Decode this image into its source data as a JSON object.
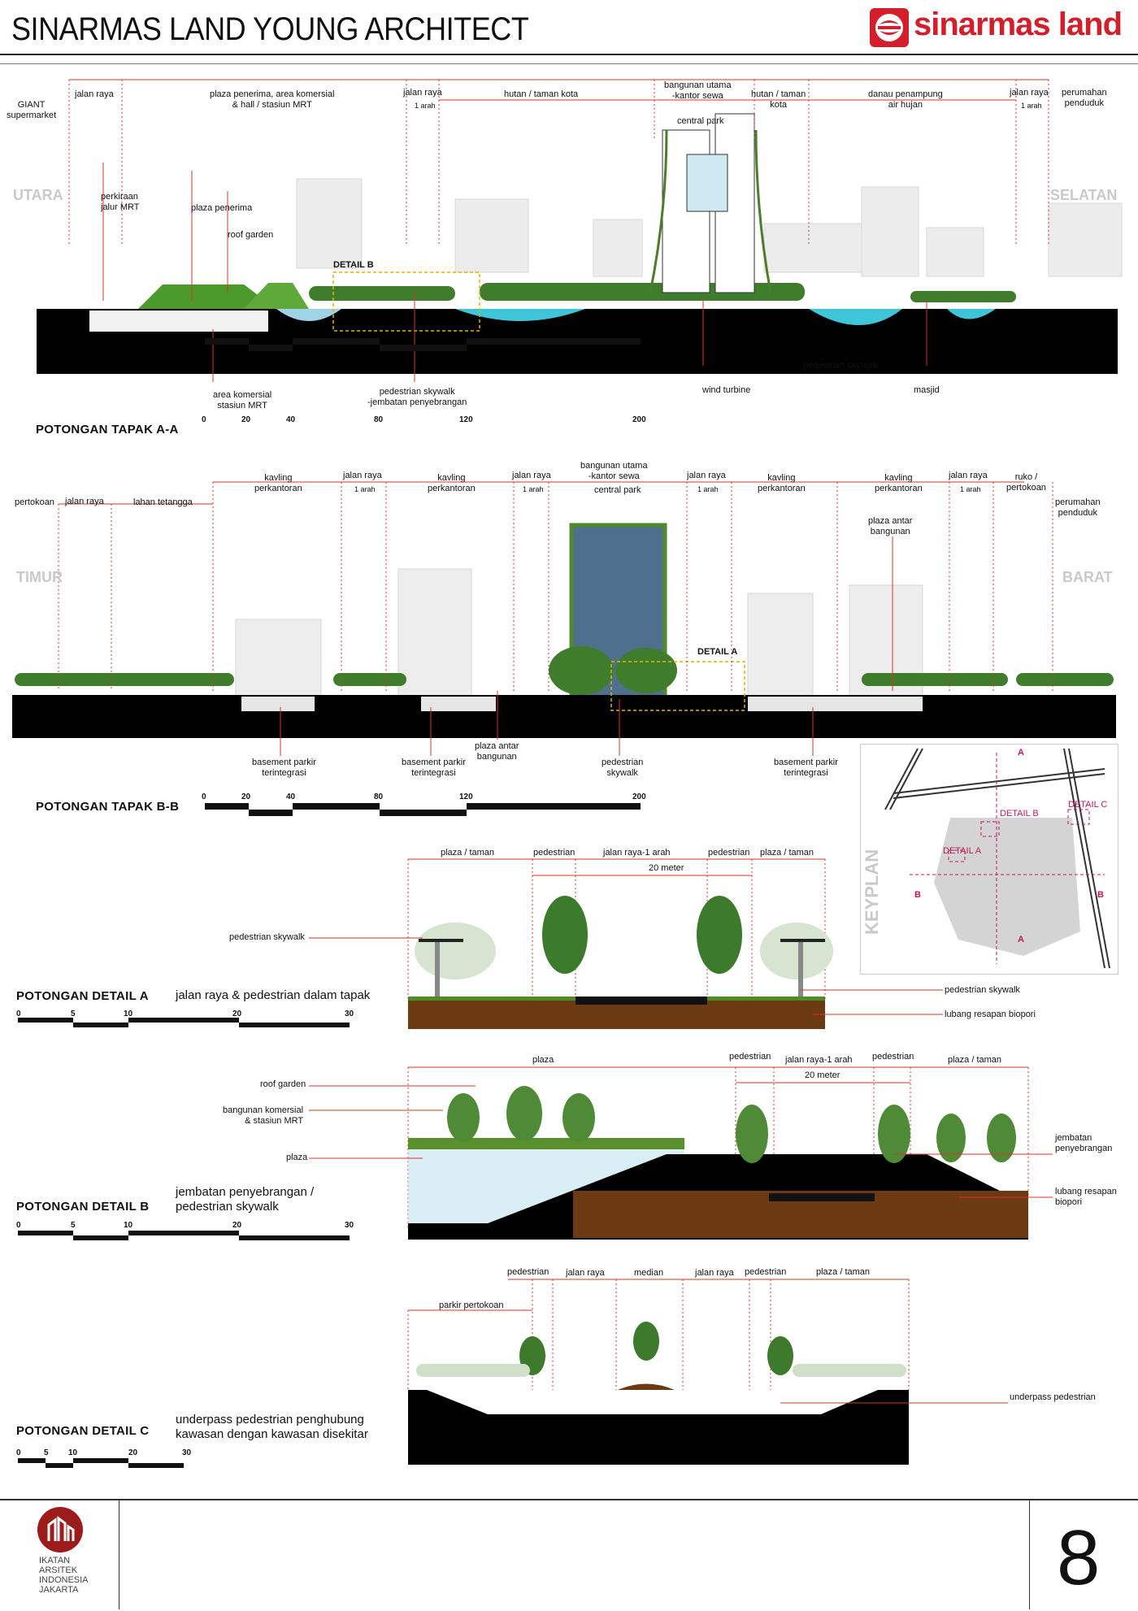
{
  "header": {
    "title": "SINARMAS LAND YOUNG ARCHITECT",
    "brand": "sinarmas land"
  },
  "colors": {
    "accent_red": "#d21f2b",
    "dim_red": "#d9342b",
    "detail_yellow": "#e2b400",
    "keyplan_magenta": "#c2185b"
  },
  "section_aa": {
    "title": "POTONGAN TAPAK A-A",
    "dir_left": "UTARA",
    "dir_right": "SELATAN",
    "top_labels": [
      {
        "text": "GIANT\nsupermarket"
      },
      {
        "text": "jalan raya"
      },
      {
        "text": "plaza penerima, area komersial\n& hall / stasiun MRT"
      },
      {
        "text": "jalan raya"
      },
      {
        "text": "1 arah"
      },
      {
        "text": "hutan / taman kota"
      },
      {
        "text": "bangunan utama\n-kantor sewa"
      },
      {
        "text": "hutan / taman\nkota"
      },
      {
        "text": "danau penampung\nair hujan"
      },
      {
        "text": "jalan raya"
      },
      {
        "text": "1 arah"
      },
      {
        "text": "perumahan\npenduduk"
      },
      {
        "text": "central park"
      }
    ],
    "callouts": [
      {
        "text": "perkiraan\njalur MRT"
      },
      {
        "text": "plaza penerima"
      },
      {
        "text": "roof garden"
      },
      {
        "text": "DETAIL B"
      },
      {
        "text": "area komersial\nstasiun MRT"
      },
      {
        "text": "pedestrian skywalk\n-jembatan penyebrangan"
      },
      {
        "text": "wind turbine"
      },
      {
        "text": "pedestrian skywalk"
      },
      {
        "text": "masjid"
      }
    ],
    "scale": [
      "0",
      "20",
      "40",
      "80",
      "120",
      "200"
    ]
  },
  "section_bb": {
    "title": "POTONGAN TAPAK B-B",
    "dir_left": "TIMUR",
    "dir_right": "BARAT",
    "top_labels": [
      {
        "text": "pertokoan"
      },
      {
        "text": "jalan raya"
      },
      {
        "text": "lahan tetangga"
      },
      {
        "text": "kavling\nperkantoran"
      },
      {
        "text": "jalan raya"
      },
      {
        "text": "1 arah"
      },
      {
        "text": "kavling\nperkantoran"
      },
      {
        "text": "jalan raya"
      },
      {
        "text": "1 arah"
      },
      {
        "text": "bangunan utama\n-kantor sewa"
      },
      {
        "text": "central park"
      },
      {
        "text": "jalan raya"
      },
      {
        "text": "1 arah"
      },
      {
        "text": "kavling\nperkantoran"
      },
      {
        "text": "kavling\nperkantoran"
      },
      {
        "text": "jalan raya"
      },
      {
        "text": "1 arah"
      },
      {
        "text": "ruko /\npertokoan"
      },
      {
        "text": "perumahan\npenduduk"
      }
    ],
    "callouts": [
      {
        "text": "plaza antar\nbangunan"
      },
      {
        "text": "DETAIL A"
      },
      {
        "text": "basement parkir\nterintegrasi"
      },
      {
        "text": "basement parkir\nterintegrasi"
      },
      {
        "text": "plaza antar\nbangunan"
      },
      {
        "text": "pedestrian\nskywalk"
      },
      {
        "text": "basement parkir\nterintegrasi"
      }
    ],
    "scale": [
      "0",
      "20",
      "40",
      "80",
      "120",
      "200"
    ]
  },
  "keyplan": {
    "title": "KEYPLAN",
    "labels": [
      "DETAIL B",
      "DETAIL C",
      "DETAIL A",
      "A",
      "A",
      "B",
      "B"
    ]
  },
  "detail_a": {
    "title": "POTONGAN DETAIL A",
    "subtitle": "jalan raya & pedestrian dalam tapak",
    "top_labels": [
      "plaza / taman",
      "pedestrian",
      "jalan raya-1 arah",
      "pedestrian",
      "plaza / taman",
      "20 meter"
    ],
    "callouts": [
      "pedestrian skywalk",
      "pedestrian skywalk",
      "lubang resapan biopori"
    ],
    "scale": [
      "0",
      "5",
      "10",
      "20",
      "30"
    ]
  },
  "detail_b": {
    "title": "POTONGAN DETAIL B",
    "subtitle": "jembatan penyebrangan /\npedestrian skywalk",
    "top_labels": [
      "plaza",
      "pedestrian",
      "jalan raya-1 arah",
      "pedestrian",
      "plaza / taman",
      "20 meter"
    ],
    "callouts": [
      "roof garden",
      "bangunan komersial\n& stasiun MRT",
      "plaza",
      "jembatan\npenyebrangan",
      "lubang resapan\nbiopori"
    ],
    "scale": [
      "0",
      "5",
      "10",
      "20",
      "30"
    ]
  },
  "detail_c": {
    "title": "POTONGAN DETAIL C",
    "subtitle": "underpass pedestrian penghubung\nkawasan dengan kawasan disekitar",
    "top_labels": [
      "pedestrian",
      "jalan raya",
      "median",
      "jalan raya",
      "pedestrian",
      "plaza / taman",
      "parkir pertokoan"
    ],
    "callouts": [
      "underpass pedestrian"
    ],
    "scale": [
      "0",
      "5",
      "10",
      "20",
      "30"
    ]
  },
  "footer": {
    "logo_text": "IKATAN\nARSITEK\nINDONESIA\nJAKARTA",
    "page_number": "8"
  }
}
